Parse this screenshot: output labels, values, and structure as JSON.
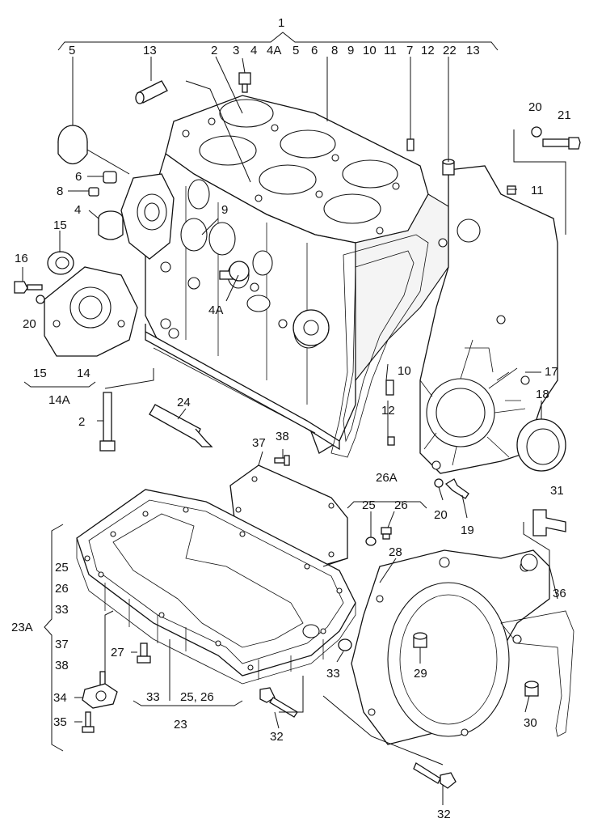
{
  "diagram": {
    "labels": {
      "l1": "1",
      "l2a": "2",
      "l3": "3",
      "l4a": "4",
      "l4Aa": "4A",
      "l5a": "5",
      "l6a": "6",
      "l8a": "8",
      "l9a": "9",
      "l10a": "10",
      "l11a": "11",
      "l7": "7",
      "l12a": "12",
      "l22": "22",
      "l13a": "13",
      "l13b": "13",
      "l5b": "5",
      "l20a": "20",
      "l21": "21",
      "l11b": "11",
      "l6b": "6",
      "l8b": "8",
      "l4b": "4",
      "l9b": "9",
      "l15a": "15",
      "l16": "16",
      "l20b": "20",
      "l4Ab": "4A",
      "l15b": "15",
      "l14": "14",
      "l14A": "14A",
      "l10b": "10",
      "l17": "17",
      "l12b": "12",
      "l18": "18",
      "l2b": "2",
      "l24": "24",
      "l37a": "37",
      "l38a": "38",
      "l26A": "26A",
      "l25a": "25",
      "l26a": "26",
      "l20c": "20",
      "l19": "19",
      "l31": "31",
      "l28": "28",
      "l36": "36",
      "l25b": "25",
      "l26b": "26",
      "l33a": "33",
      "l23A": "23A",
      "l37b": "37",
      "l38b": "38",
      "l27": "27",
      "l34": "34",
      "l35": "35",
      "l33b": "33",
      "l33c": "33",
      "l2526": "25, 26",
      "l23": "23",
      "l32a": "32",
      "l29": "29",
      "l30": "30",
      "l32b": "32"
    }
  }
}
